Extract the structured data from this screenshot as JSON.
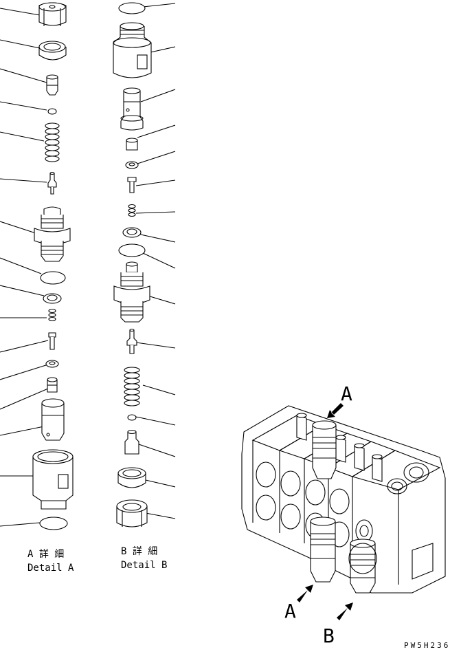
{
  "detail_a": {
    "jp": "A 詳 細",
    "en": "Detail A"
  },
  "detail_b": {
    "jp": "B 詳 細",
    "en": "Detail B"
  },
  "view_labels": {
    "a_top": "A",
    "a_bottom": "A",
    "b_bottom": "B"
  },
  "drawing_code": "PW5H236"
}
